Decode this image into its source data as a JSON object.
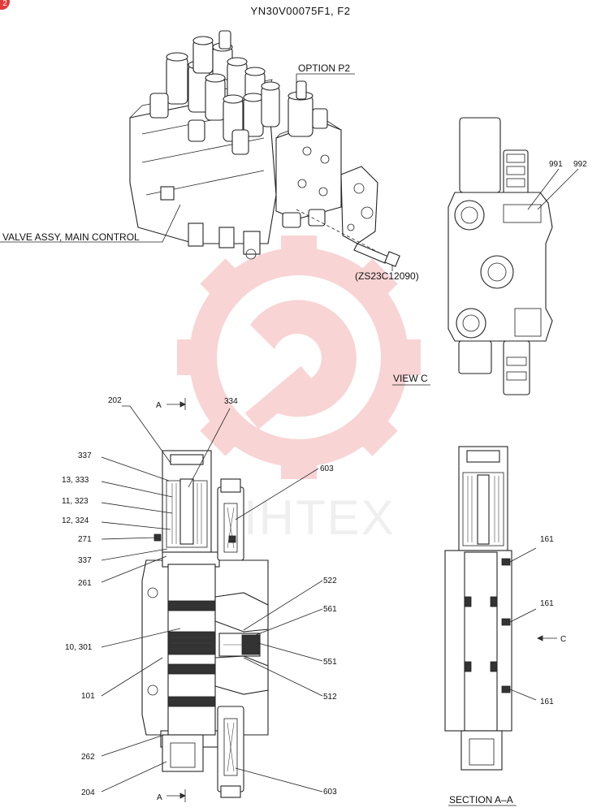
{
  "page_code": "YN30V00075F1, F2",
  "corner_badge": "2",
  "watermark": {
    "text": "IHTEX",
    "color": "#e8403f",
    "icon": "gear-wrench-logo"
  },
  "top_view": {
    "option_label": "OPTION  P2",
    "assembly_label": "VALVE ASSY, MAIN CONTROL",
    "bolt_label": "(ZS23C12090)"
  },
  "view_c": {
    "title": "VIEW  C",
    "callouts": [
      "991",
      "992"
    ]
  },
  "section_main": {
    "cut_marker_top": "A",
    "cut_marker_bottom": "A",
    "callouts": {
      "c202": "202",
      "c334": "334",
      "c337a": "337",
      "c13": "13, 333",
      "c11": "11, 323",
      "c12": "12, 324",
      "c271": "271",
      "c337b": "337",
      "c261": "261",
      "c603a": "603",
      "c522": "522",
      "c561": "561",
      "c10": "10, 301",
      "c551": "551",
      "c101": "101",
      "c512": "512",
      "c262": "262",
      "c204": "204",
      "c603b": "603"
    }
  },
  "section_aa": {
    "title": "SECTION  A–A",
    "callouts": [
      "161",
      "161",
      "161"
    ],
    "view_arrow_label": "C"
  },
  "colors": {
    "line": "#222222",
    "watermark": "#e8403f"
  }
}
